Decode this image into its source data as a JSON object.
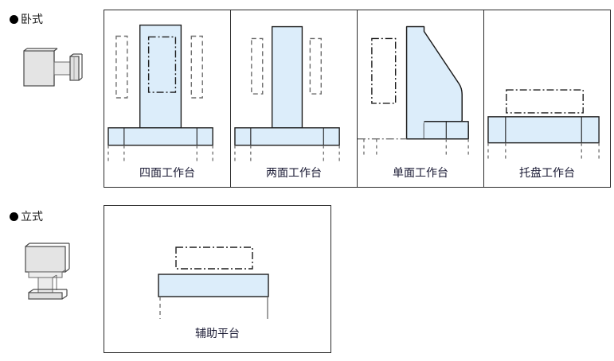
{
  "sections": [
    {
      "id": "horizontal",
      "bullet": "filled-circle-bullet",
      "label": "卧式",
      "icon_name": "horizontal-spindle-machine-icon",
      "panels": [
        {
          "id": "four-sided",
          "label": "四面工作台",
          "figure": "four-sided-table-figure"
        },
        {
          "id": "two-sided",
          "label": "两面工作台",
          "figure": "two-sided-table-figure"
        },
        {
          "id": "single-sided",
          "label": "单面工作台",
          "figure": "single-sided-table-figure"
        },
        {
          "id": "pallet",
          "label": "托盘工作台",
          "figure": "pallet-table-figure"
        }
      ]
    },
    {
      "id": "vertical",
      "bullet": "filled-circle-bullet",
      "label": "立式",
      "icon_name": "vertical-spindle-machine-icon",
      "panels": [
        {
          "id": "auxiliary",
          "label": "辅助平台",
          "figure": "auxiliary-platform-figure"
        }
      ]
    }
  ],
  "colors": {
    "part_fill": "#dcedfa",
    "part_stroke": "#1d1d1d",
    "hidden_line": "#6d6d6d",
    "panel_border": "#2b2b2b",
    "label_text": "#1b1b35",
    "icon_fill": "#e2e2e2",
    "icon_stroke": "#4a4a4a",
    "background": "#ffffff"
  }
}
